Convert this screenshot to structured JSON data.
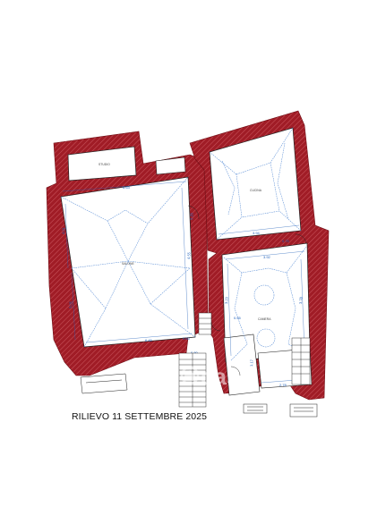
{
  "caption": "RILIEVO 11 SETTEMBRE 2025",
  "watermark": "casa",
  "colors": {
    "wall": "#a01c26",
    "hatch": "#c9555d",
    "vault": "#5c8fd6",
    "dimension": "#1f5fb8",
    "linework": "#222222",
    "background": "#ffffff"
  },
  "rooms": {
    "top_left_small": "STUDIO",
    "upper_right": "CUCINA",
    "main_hall": "SALONE",
    "right_room": "CAMERA"
  },
  "dimensions": {
    "main_top": "6.63",
    "main_left_upper": "4.01",
    "main_left_lower": "3.05",
    "main_right": "4.55",
    "main_bottom": "6.45",
    "upper_right_bottom": "3.94",
    "right_top": "3.92",
    "right_left": "3.23",
    "right_right": "3.78",
    "right_bottom": "2.78",
    "stair_a": "0.55",
    "stair_b": "0.80",
    "door_a": "0.60",
    "door_b": "0.75",
    "hall_a": "2.20",
    "corr_h": "1.17"
  }
}
